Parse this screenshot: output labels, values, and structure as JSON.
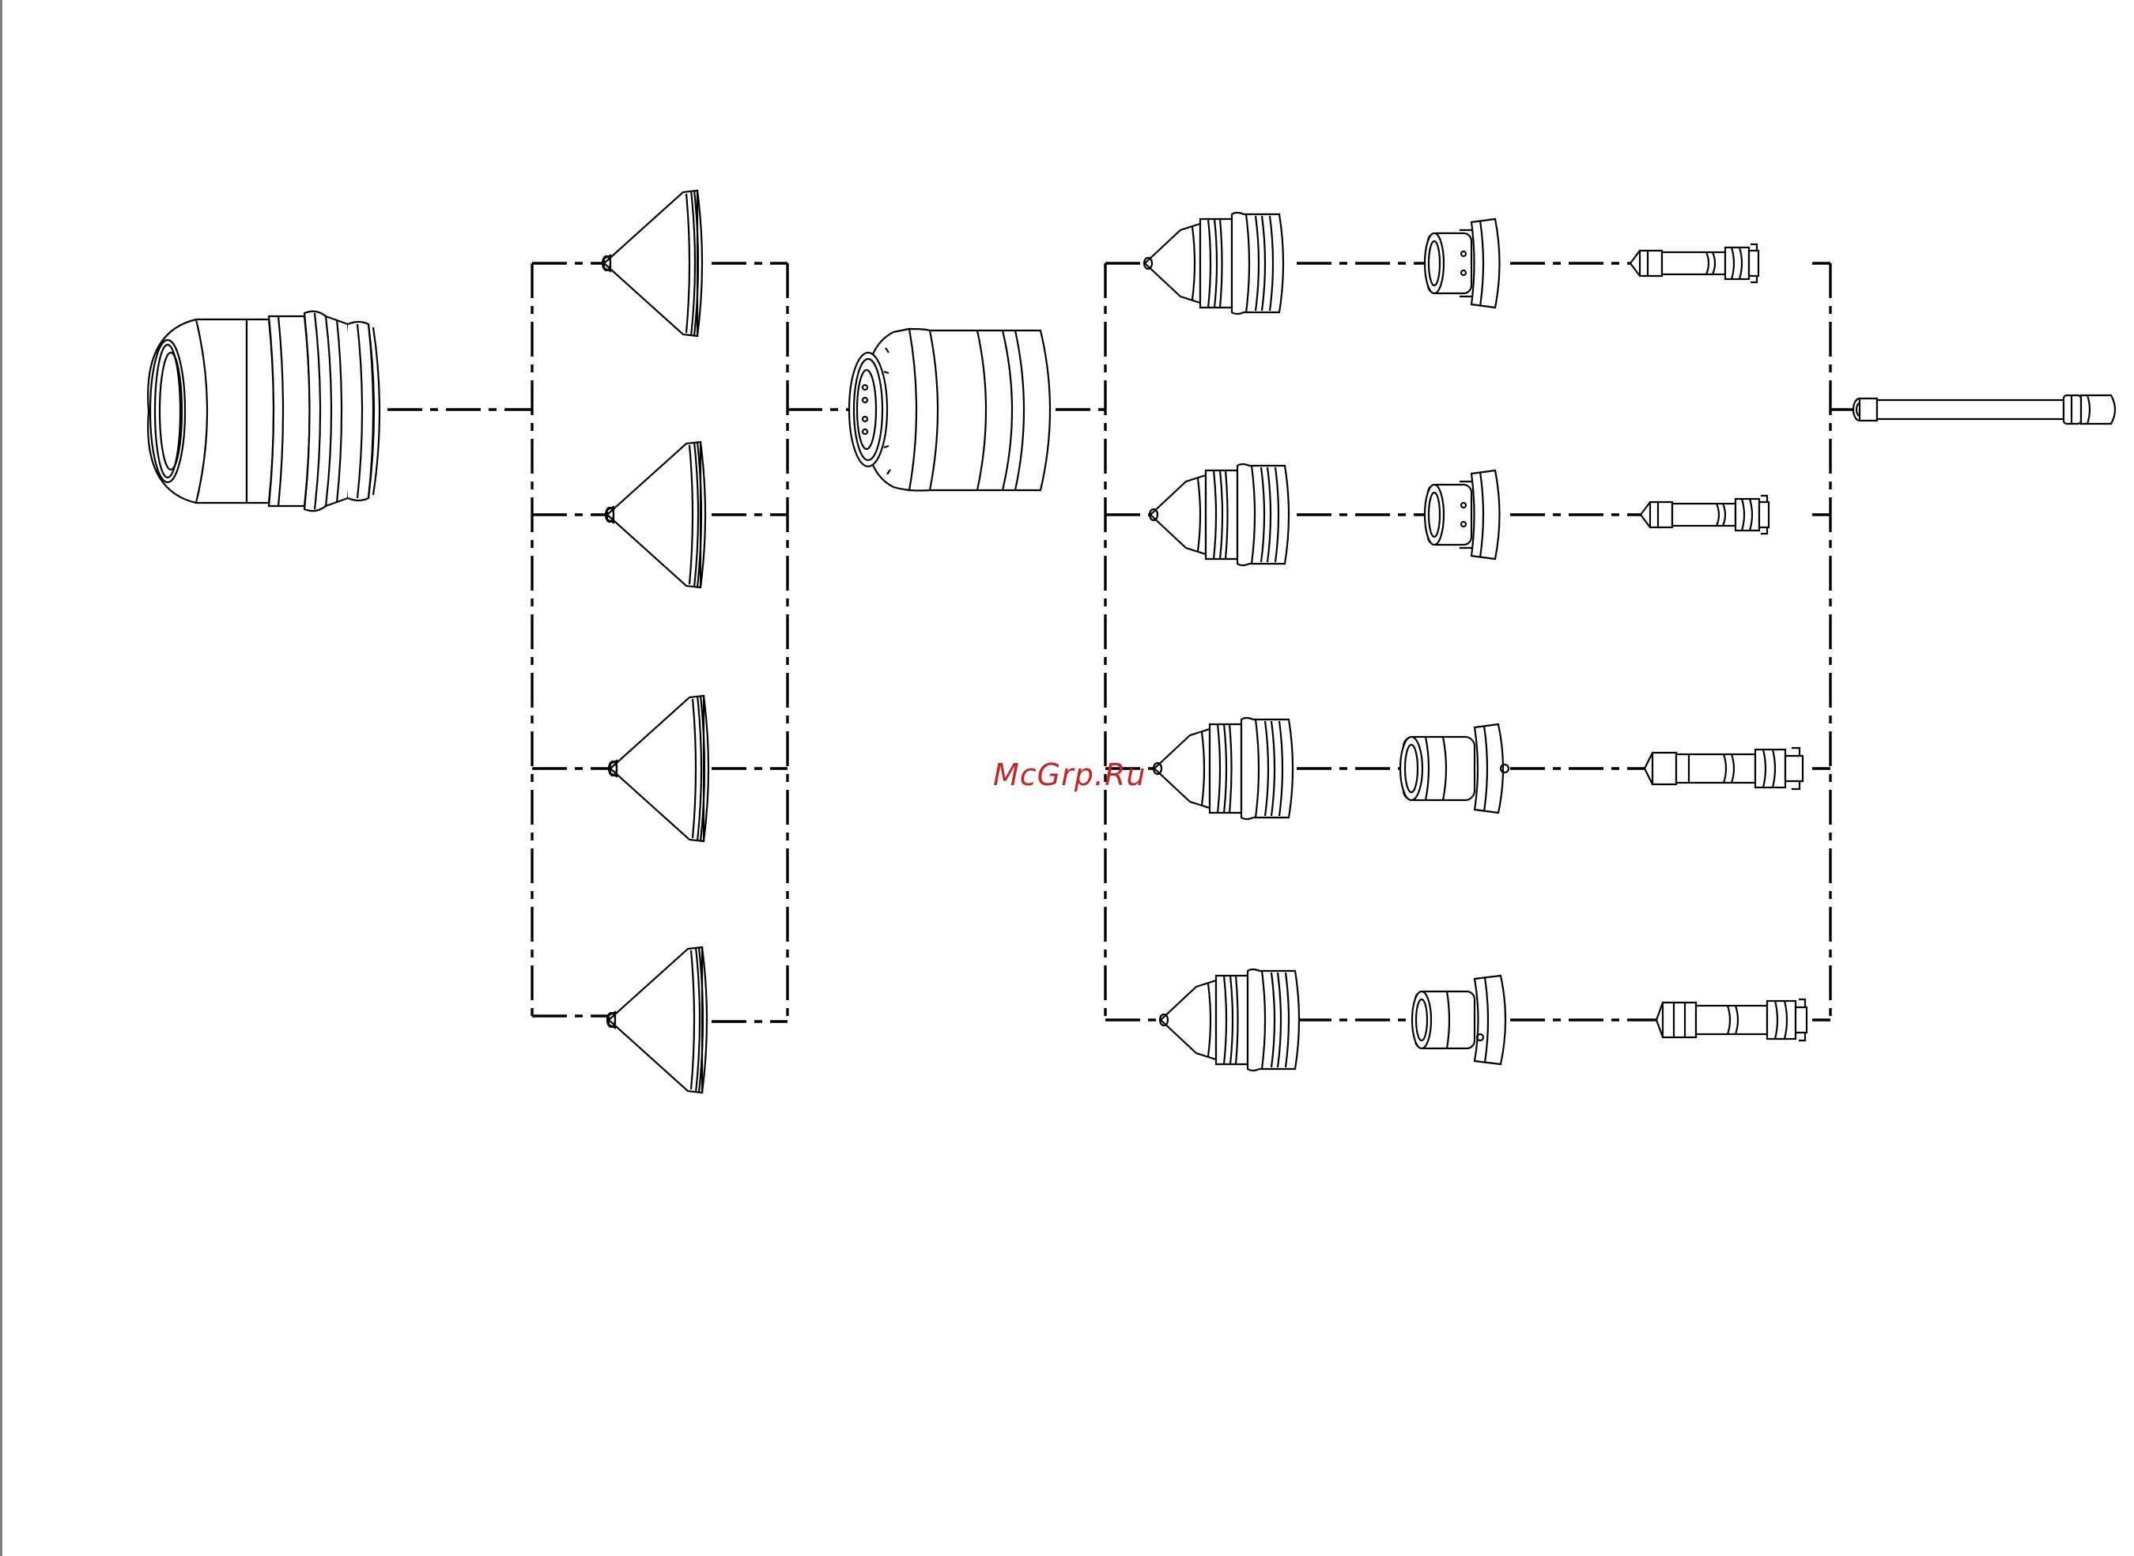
{
  "watermark": {
    "text": "McGrp.Ru",
    "color": "#c0282d"
  },
  "diagram": {
    "line_color": "#000000",
    "parts": [
      {
        "id": "retaining-cap",
        "count": 1
      },
      {
        "id": "shield",
        "count": 4
      },
      {
        "id": "swirl-ring-retaining-cap",
        "count": 1
      },
      {
        "id": "nozzle",
        "count": 4
      },
      {
        "id": "swirl-ring",
        "count": 4
      },
      {
        "id": "electrode",
        "count": 4
      },
      {
        "id": "cartridge-tube",
        "count": 1
      }
    ]
  }
}
